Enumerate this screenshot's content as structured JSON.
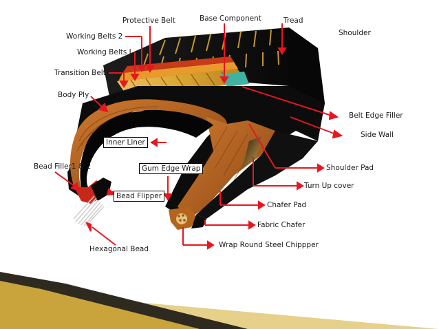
{
  "labels": {
    "protective_belt": "Protective Belt",
    "base_component": "Base Component",
    "tread": "Tread",
    "shoulder": "Shoulder",
    "working_belts_2": "Working Belts 2",
    "working_belts_1": "Working Belts I",
    "transition_belt": "Transition Belt",
    "body_ply": "Body Ply",
    "belt_edge_filler": "Belt Edge Filler",
    "side_wall": "Side Wall",
    "inner_liner": "Inner Liner",
    "bead_filler": "Bead Filler1 & 2",
    "gum_edge_wrap": "Gum Edge Wrap",
    "shoulder_pad": "Shoulder Pad",
    "turn_up_cover": "Turn Up cover",
    "bead_flipper": "Bead Flipper",
    "chafer_pad": "Chafer Pad",
    "fabric_chafer": "Fabric Chafer",
    "hexagonal_bead": "Hexagonal Bead",
    "wrap_round": "Wrap Round  Steel Chippper"
  },
  "colors": {
    "arrow": "#e8161e",
    "tire_dark": "#0c0c0c",
    "copper": "#b5641e",
    "gold": "#d9a531",
    "accent_dark": "#2a1a10",
    "accent_gold": "#c9a24a"
  }
}
